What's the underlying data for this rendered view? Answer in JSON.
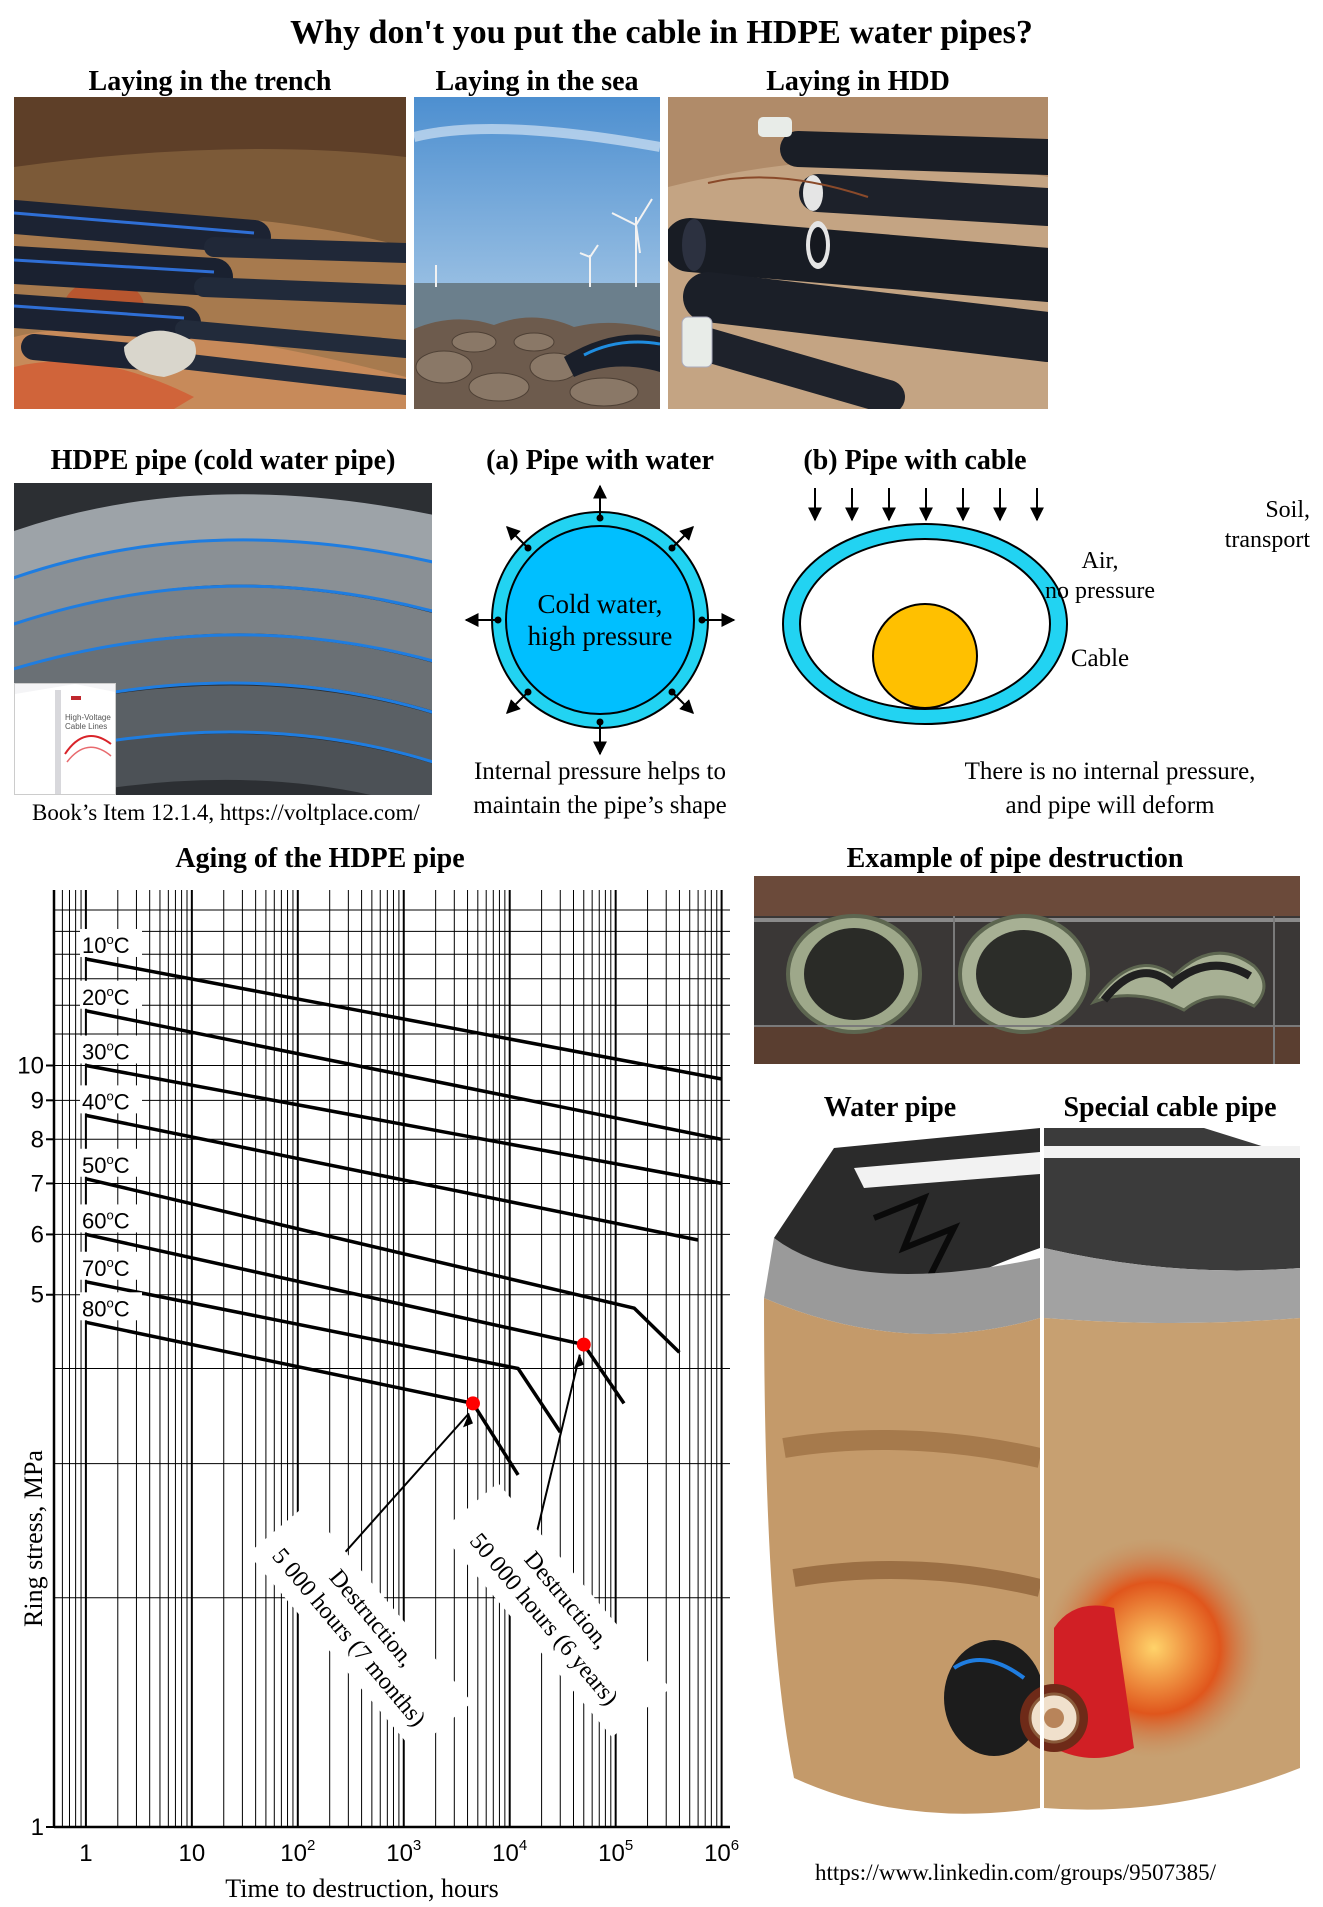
{
  "title": "Why don't you put the cable in HDPE water pipes?",
  "photos": {
    "trench": "Laying in the trench",
    "sea": "Laying in the sea",
    "hdd": "Laying in HDD",
    "hdpe": "HDPE pipe (cold water pipe)",
    "destruction": "Example of pipe destruction",
    "water_pipe": "Water pipe",
    "cable_pipe": "Special cable pipe"
  },
  "book_cover": {
    "line1": "High-Voltage",
    "line2": "Cable Lines"
  },
  "book_ref": "Book’s Item 12.1.4,   https://voltplace.com/",
  "diagram_a": {
    "title": "(a) Pipe with water",
    "inner_line1": "Cold water,",
    "inner_line2": "high pressure",
    "note_line1": "Internal pressure helps to",
    "note_line2": "maintain the pipe’s shape",
    "color_ring": "#22d3f2",
    "color_fill": "#00bfff"
  },
  "diagram_b": {
    "title": "(b) Pipe with cable",
    "soil_line1": "Soil,",
    "soil_line2": "transport",
    "air_line1": "Air,",
    "air_line2": "no pressure",
    "cable": "Cable",
    "note_line1": "There is no internal pressure,",
    "note_line2": "and pipe will deform",
    "color_ring": "#22d3f2",
    "color_cable": "#ffc000"
  },
  "chart_title": "Aging of the HDPE pipe",
  "chart_data": {
    "type": "line",
    "xlabel": "Time to destruction, hours",
    "ylabel": "Ring stress, MPa",
    "x_scale": "log",
    "y_scale": "log",
    "xlim": [
      0.5,
      1200000
    ],
    "ylim": [
      1,
      17
    ],
    "x_ticks": [
      {
        "v": 1,
        "label": "1",
        "exp": ""
      },
      {
        "v": 10,
        "label": "10",
        "exp": ""
      },
      {
        "v": 100,
        "label": "10",
        "exp": "2"
      },
      {
        "v": 1000,
        "label": "10",
        "exp": "3"
      },
      {
        "v": 10000,
        "label": "10",
        "exp": "4"
      },
      {
        "v": 100000,
        "label": "10",
        "exp": "5"
      },
      {
        "v": 1000000,
        "label": "10",
        "exp": "6"
      }
    ],
    "y_ticks": [
      {
        "v": 1,
        "label": "1"
      },
      {
        "v": 5,
        "label": "5"
      },
      {
        "v": 6,
        "label": "6"
      },
      {
        "v": 7,
        "label": "7"
      },
      {
        "v": 8,
        "label": "8"
      },
      {
        "v": 9,
        "label": "9"
      },
      {
        "v": 10,
        "label": "10"
      }
    ],
    "series": [
      {
        "name": "10",
        "points": [
          [
            1,
            13.8
          ],
          [
            1000000,
            9.6
          ]
        ]
      },
      {
        "name": "20",
        "points": [
          [
            1,
            11.8
          ],
          [
            1000000,
            8.0
          ]
        ]
      },
      {
        "name": "30",
        "points": [
          [
            1,
            10.0
          ],
          [
            1000000,
            7.0
          ]
        ]
      },
      {
        "name": "40",
        "points": [
          [
            1,
            8.6
          ],
          [
            600000,
            5.9
          ]
        ]
      },
      {
        "name": "50",
        "points": [
          [
            1,
            7.1
          ],
          [
            150000,
            4.8
          ],
          [
            400000,
            4.2
          ]
        ]
      },
      {
        "name": "60",
        "points": [
          [
            1,
            6.0
          ],
          [
            50000,
            4.3
          ],
          [
            120000,
            3.6
          ]
        ]
      },
      {
        "name": "70",
        "points": [
          [
            1,
            5.2
          ],
          [
            12000,
            4.0
          ],
          [
            30000,
            3.3
          ]
        ]
      },
      {
        "name": "80",
        "points": [
          [
            1,
            4.6
          ],
          [
            4500,
            3.6
          ],
          [
            12000,
            2.9
          ]
        ]
      }
    ],
    "unit_prefix": "o",
    "unit": "C",
    "highlights": [
      {
        "x": 4500,
        "y": 3.6,
        "label_line1": "Destruction,",
        "label_line2": "5 000 hours (7 months)",
        "color": "#ff0000"
      },
      {
        "x": 50000,
        "y": 4.3,
        "label_line1": "Destruction,",
        "label_line2": "50 000 hours (6 years)",
        "color": "#ff0000"
      }
    ]
  },
  "credit": "https://www.linkedin.com/groups/9507385/"
}
